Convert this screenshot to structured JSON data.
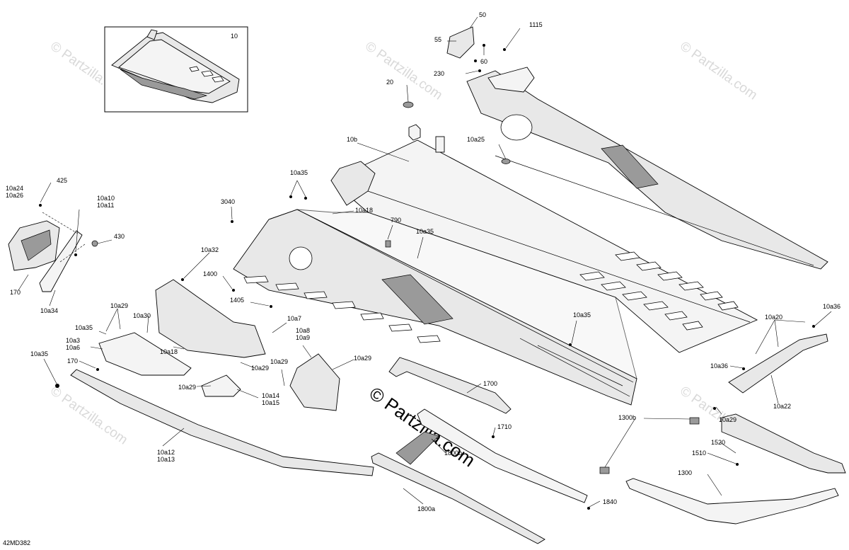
{
  "diagram_code": "42MD382",
  "watermark_text": "© Partzilla.com",
  "inset_label": "10",
  "callouts": [
    {
      "id": "c-50",
      "text": "50"
    },
    {
      "id": "c-55",
      "text": "55"
    },
    {
      "id": "c-60",
      "text": "60"
    },
    {
      "id": "c-1115",
      "text": "1115"
    },
    {
      "id": "c-230",
      "text": "230"
    },
    {
      "id": "c-20",
      "text": "20"
    },
    {
      "id": "c-10b",
      "text": "10b"
    },
    {
      "id": "c-10a25",
      "text": "10a25"
    },
    {
      "id": "c-10a35-top",
      "text": "10a35"
    },
    {
      "id": "c-3040",
      "text": "3040"
    },
    {
      "id": "c-10a18-top",
      "text": "10a18"
    },
    {
      "id": "c-790",
      "text": "790"
    },
    {
      "id": "c-10a35-mid",
      "text": "10a35"
    },
    {
      "id": "c-10a24",
      "text": "10a24"
    },
    {
      "id": "c-10a26",
      "text": "10a26"
    },
    {
      "id": "c-425",
      "text": "425"
    },
    {
      "id": "c-10a10",
      "text": "10a10"
    },
    {
      "id": "c-10a11",
      "text": "10a11"
    },
    {
      "id": "c-430",
      "text": "430"
    },
    {
      "id": "c-170-left",
      "text": "170"
    },
    {
      "id": "c-10a34",
      "text": "10a34"
    },
    {
      "id": "c-10a32",
      "text": "10a32"
    },
    {
      "id": "c-1400",
      "text": "1400"
    },
    {
      "id": "c-1405",
      "text": "1405"
    },
    {
      "id": "c-10a29-a",
      "text": "10a29"
    },
    {
      "id": "c-10a30",
      "text": "10a30"
    },
    {
      "id": "c-10a35-left",
      "text": "10a35"
    },
    {
      "id": "c-10a3",
      "text": "10a3"
    },
    {
      "id": "c-10a6",
      "text": "10a6"
    },
    {
      "id": "c-10a18-mid",
      "text": "10a18"
    },
    {
      "id": "c-10a7",
      "text": "10a7"
    },
    {
      "id": "c-10a8",
      "text": "10a8"
    },
    {
      "id": "c-10a9",
      "text": "10a9"
    },
    {
      "id": "c-10a35-far",
      "text": "10a35"
    },
    {
      "id": "c-170-mid",
      "text": "170"
    },
    {
      "id": "c-10a29-b",
      "text": "10a29"
    },
    {
      "id": "c-10a29-c",
      "text": "10a29"
    },
    {
      "id": "c-10a29-d",
      "text": "10a29"
    },
    {
      "id": "c-10a29-e",
      "text": "10a29"
    },
    {
      "id": "c-10a14",
      "text": "10a14"
    },
    {
      "id": "c-10a15",
      "text": "10a15"
    },
    {
      "id": "c-10a12",
      "text": "10a12"
    },
    {
      "id": "c-10a13",
      "text": "10a13"
    },
    {
      "id": "c-10a35-right",
      "text": "10a35"
    },
    {
      "id": "c-1700",
      "text": "1700"
    },
    {
      "id": "c-1710",
      "text": "1710"
    },
    {
      "id": "c-1800b",
      "text": "1800b"
    },
    {
      "id": "c-1800a",
      "text": "1800a"
    },
    {
      "id": "c-1840",
      "text": "1840"
    },
    {
      "id": "c-1300b",
      "text": "1300b"
    },
    {
      "id": "c-1520",
      "text": "1520"
    },
    {
      "id": "c-1510",
      "text": "1510"
    },
    {
      "id": "c-1300",
      "text": "1300"
    },
    {
      "id": "c-10a20",
      "text": "10a20"
    },
    {
      "id": "c-10a36-a",
      "text": "10a36"
    },
    {
      "id": "c-10a36-b",
      "text": "10a36"
    },
    {
      "id": "c-10a22",
      "text": "10a22"
    },
    {
      "id": "c-10a29-f",
      "text": "10a29"
    }
  ]
}
